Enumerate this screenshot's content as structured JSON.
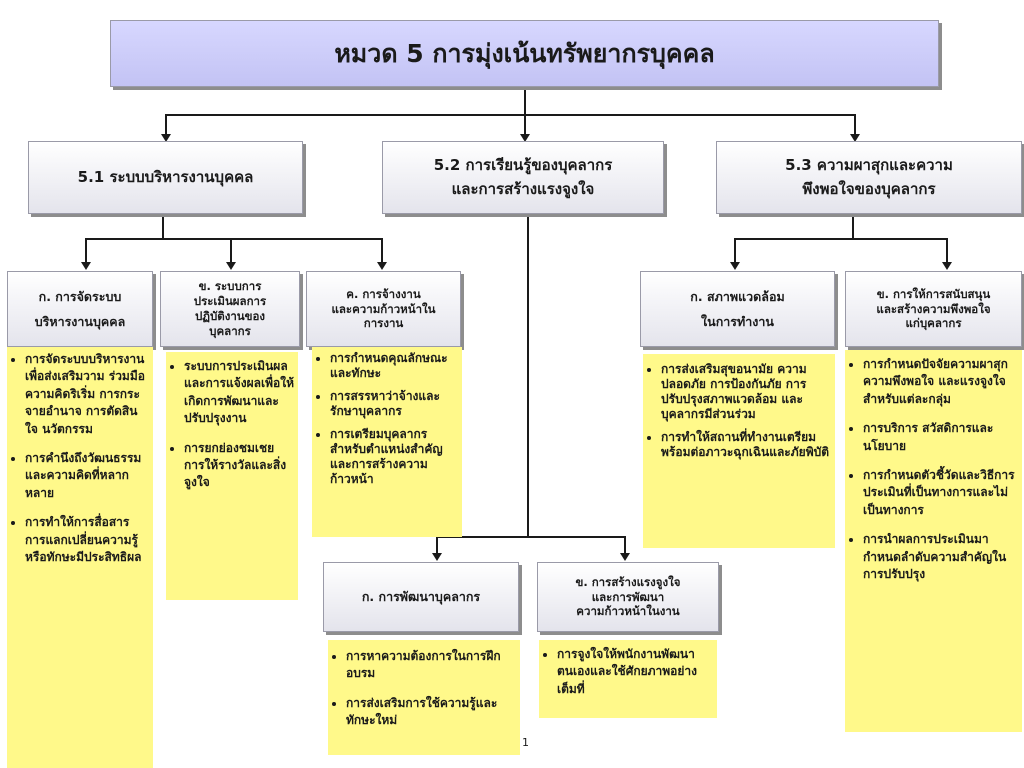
{
  "title": "หมวด 5 การมุ่งเน้นทรัพยากรบุคคล",
  "level1": {
    "a": "5.1 ระบบบริหารงานบุคคล",
    "b": "5.2 การเรียนรู้ของบุคลากร\nและการสร้างแรงจูงใจ",
    "c": "5.3 ความผาสุกและความ\nพึงพอใจของบุคลากร"
  },
  "level2": {
    "a1": "ก. การจัดระบบ\nบริหารงานบุคคล",
    "a2": "ข. ระบบการ\nประเมินผลการ\nปฏิบัติงานของ\nบุคลากร",
    "a3": "ค. การจ้างงาน\nและความก้าวหน้าใน\nการงาน",
    "b1": "ก. การพัฒนาบุคลากร",
    "b2": "ข. การสร้างแรงจูงใจ\nและการพัฒนา\nความก้าวหน้าในงาน",
    "c1": "ก. สภาพแวดล้อม\nในการทำงาน",
    "c2": "ข. การให้การสนับสนุน\nและสร้างความพึงพอใจ\nแก่บุคลากร"
  },
  "notes": {
    "a1": [
      "การจัดระบบบริหารงานเพื่อส่งเสริมวาม ร่วมมือ ความคิดริเริ่ม การกระจายอำนาจ การตัดสินใจ นวัตกรรม",
      "การคำนึงถึงวัฒนธรรมและความคิดที่หลากหลาย",
      "การทำให้การสื่อสาร การแลกเปลี่ยนความรู้หรือทักษะมีประสิทธิผล"
    ],
    "a2": [
      "ระบบการประเมินผลและการแจ้งผลเพื่อให้เกิดการพัฒนาและปรับปรุงงาน",
      "การยกย่องชมเชย การให้รางวัลและสิ่งจูงใจ"
    ],
    "a3": [
      "การกำหนดคุณลักษณะและทักษะ",
      "การสรรหาว่าจ้างและรักษาบุคลากร",
      "การเตรียมบุคลากรสำหรับตำแหน่งสำคัญ และการสร้างความก้าวหน้า"
    ],
    "b1": [
      "การหาความต้องการในการฝึกอบรม",
      "การส่งเสริมการใช้ความรู้และทักษะใหม่"
    ],
    "b2": [
      "การจูงใจให้พนักงานพัฒนาตนเองและใช้ศักยภาพอย่างเต็มที่"
    ],
    "c1": [
      "การส่งเสริมสุขอนามัย ความปลอดภัย การป้องกันภัย การปรับปรุงสภาพแวดล้อม และบุคลากรมีส่วนร่วม",
      "การทำให้สถานที่ทำงานเตรียมพร้อมต่อภาวะฉุกเฉินและภัยพิบัติ"
    ],
    "c2": [
      "การกำหนดปัจจัยความผาสุกความพึงพอใจ และแรงจูงใจสำหรับแต่ละกลุ่ม",
      "การบริการ สวัสดิการและนโยบาย",
      "การกำหนดตัวชี้วัดและวิธีการประเมินที่เป็นทางการและไม่เป็นทางการ",
      "การนำผลการประเมินมากำหนดลำดับความสำคัญในการปรับปรุง"
    ]
  },
  "page_number": "1"
}
